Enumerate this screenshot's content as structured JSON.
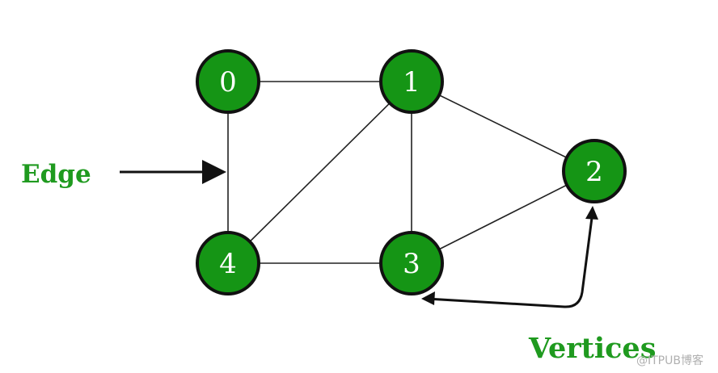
{
  "graph": {
    "nodes": [
      {
        "id": "0",
        "label": "0"
      },
      {
        "id": "1",
        "label": "1"
      },
      {
        "id": "2",
        "label": "2"
      },
      {
        "id": "3",
        "label": "3"
      },
      {
        "id": "4",
        "label": "4"
      }
    ],
    "edges": [
      [
        "0",
        "1"
      ],
      [
        "0",
        "4"
      ],
      [
        "1",
        "4"
      ],
      [
        "1",
        "3"
      ],
      [
        "1",
        "2"
      ],
      [
        "2",
        "3"
      ],
      [
        "3",
        "4"
      ]
    ]
  },
  "annotations": {
    "edge_label": "Edge",
    "vertices_label": "Vertices"
  },
  "watermark": "@ITPUB博客",
  "colors": {
    "node_fill": "#159515",
    "node_stroke": "#111111",
    "label_green": "#1f9a1f",
    "edge": "#222222"
  }
}
